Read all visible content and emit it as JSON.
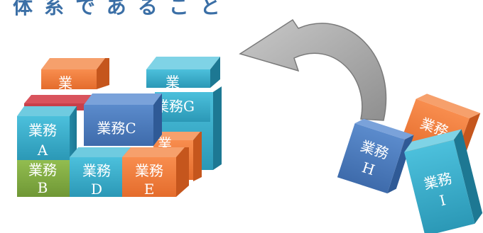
{
  "title": "体系であること",
  "blocks": {
    "a": {
      "line1": "業務",
      "line2": "A"
    },
    "b": {
      "line1": "業務",
      "line2": "B"
    },
    "c": {
      "text": "業務C"
    },
    "d": {
      "line1": "業務",
      "line2": "D"
    },
    "e": {
      "line1": "業務",
      "line2": "E"
    },
    "g": {
      "text": "業務G"
    },
    "h": {
      "line1": "業務",
      "line2": "H"
    },
    "i": {
      "line1": "業務",
      "line2": "I"
    },
    "top_orange": {
      "text": "業"
    },
    "top_cyan": {
      "text": "業"
    },
    "back_orange": {
      "text": "業"
    },
    "falling_orange": {
      "text": "業務"
    }
  },
  "colors": {
    "cyan": "#35a9c8",
    "blue": "#4676b8",
    "orange": "#ef7a3a",
    "green": "#7ea83f",
    "red": "#c8404a",
    "arrow": "#a8a8a8",
    "title": "#3b6fa6"
  }
}
